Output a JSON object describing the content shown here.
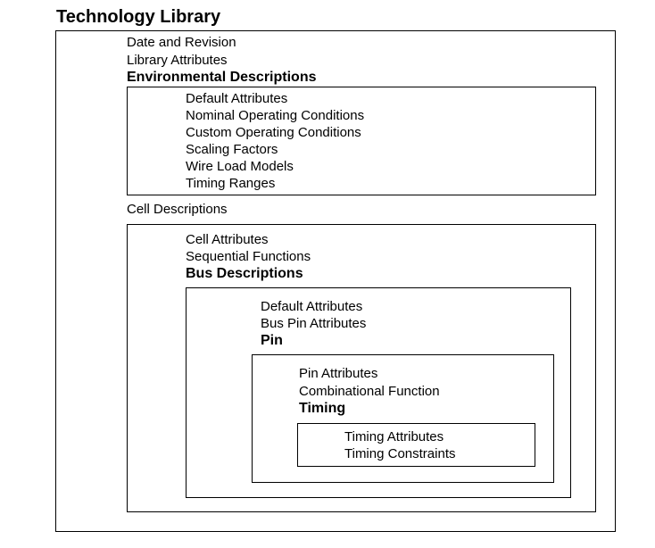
{
  "title": "Technology Library",
  "library": {
    "items": [
      "Date and Revision",
      "Library Attributes"
    ],
    "environmental": {
      "heading": "Environmental Descriptions",
      "items": [
        "Default Attributes",
        "Nominal Operating Conditions",
        "Custom Operating Conditions",
        "Scaling Factors",
        "Wire Load Models",
        "Timing Ranges"
      ]
    },
    "cell": {
      "heading": "Cell Descriptions",
      "items": [
        "Cell Attributes",
        "Sequential Functions"
      ],
      "bus": {
        "heading": "Bus Descriptions",
        "items": [
          "Default Attributes",
          "Bus Pin Attributes"
        ],
        "pin": {
          "heading": "Pin",
          "items": [
            "Pin Attributes",
            "Combinational Function"
          ],
          "timing": {
            "heading": "Timing",
            "items": [
              "Timing Attributes",
              "Timing Constraints"
            ]
          }
        }
      }
    }
  }
}
